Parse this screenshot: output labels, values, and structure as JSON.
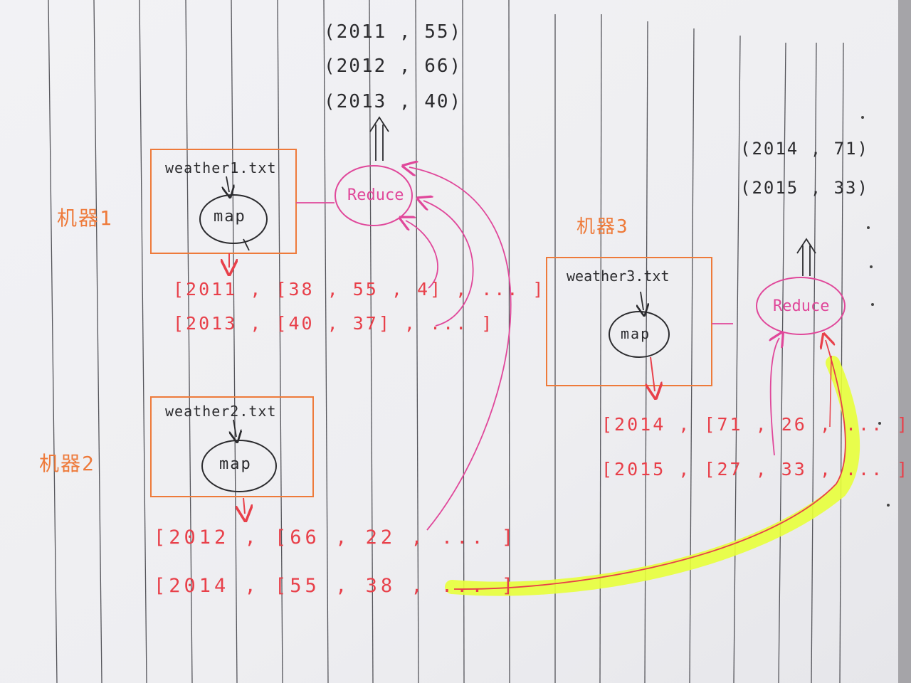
{
  "top_outputs": [
    "(2011 , 55)",
    "(2012 , 66)",
    "(2013 , 40)"
  ],
  "right_outputs": [
    "(2014 , 71)",
    "(2015 , 33)"
  ],
  "machine1": {
    "label": "机器1",
    "file": "weather1.txt",
    "map": "map",
    "reduce": "Reduce",
    "lists": [
      "[2011 , [38 , 55 , 4] , ... ]",
      "[2013 , [40 , 37] , ... ]"
    ]
  },
  "machine2": {
    "label": "机器2",
    "file": "weather2.txt",
    "map": "map",
    "lists": [
      "[2012 , [66 , 22 , ... ]",
      "[2014 , [55 , 38 , ... ]"
    ]
  },
  "machine3": {
    "label": "机器3",
    "file": "weather3.txt",
    "map": "map",
    "reduce": "Reduce",
    "lists": [
      "[2014 , [71 , 26 , ... ]",
      "[2015 , [27 , 33 , ... ]"
    ]
  },
  "colors": {
    "ink_black": "#2b2b2e",
    "ink_red": "#e8404a",
    "ink_orange": "#ee7a3a",
    "ink_pink": "#e0479a",
    "highlighter": "#e8ff3a",
    "paper": "#efeff2",
    "rule_line": "#3a3a40"
  }
}
